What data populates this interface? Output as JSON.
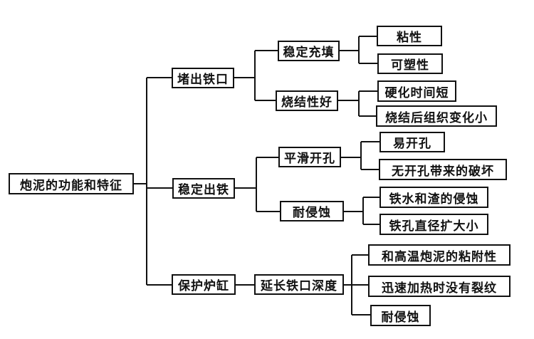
{
  "diagram": {
    "type": "tree",
    "root": {
      "label": "炮泥的功能和特征",
      "children": [
        {
          "label": "堵出铁口",
          "children": [
            {
              "label": "稳定充填",
              "children": [
                {
                  "label": "粘性"
                },
                {
                  "label": "可塑性"
                }
              ]
            },
            {
              "label": "烧结性好",
              "children": [
                {
                  "label": "硬化时间短"
                },
                {
                  "label": "烧结后组织变化小"
                }
              ]
            }
          ]
        },
        {
          "label": "稳定出铁",
          "children": [
            {
              "label": "平滑开孔",
              "children": [
                {
                  "label": "易开孔"
                },
                {
                  "label": "无开孔带来的破坏"
                }
              ]
            },
            {
              "label": "耐侵蚀",
              "children": [
                {
                  "label": "铁水和渣的侵蚀"
                },
                {
                  "label": "铁孔直径扩大小"
                }
              ]
            }
          ]
        },
        {
          "label": "保护炉缸",
          "children": [
            {
              "label": "延长铁口深度",
              "children": [
                {
                  "label": "和高温炮泥的粘附性"
                },
                {
                  "label": "迅速加热时没有裂纹"
                },
                {
                  "label": "耐侵蚀"
                }
              ]
            }
          ]
        }
      ]
    },
    "colors": {
      "line": "#111111",
      "box_border": "#111111",
      "text": "#111111",
      "background": "#ffffff"
    }
  }
}
